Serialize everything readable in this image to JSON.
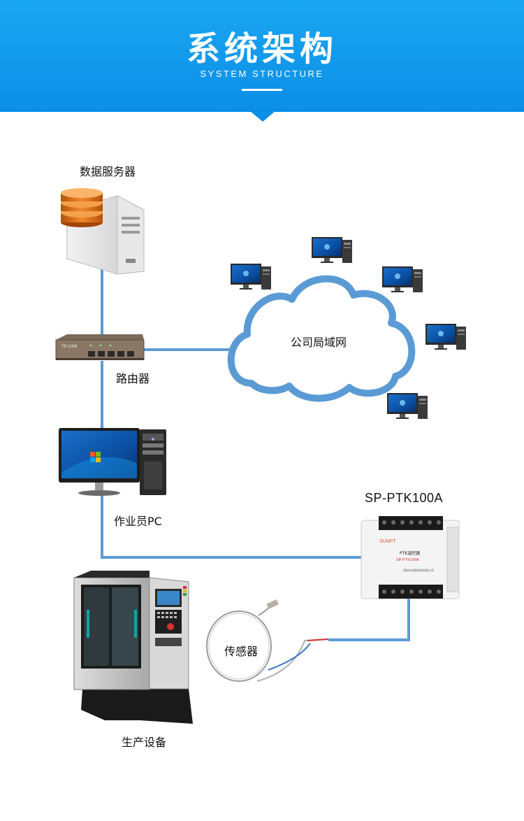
{
  "header": {
    "title": "系统架构",
    "subtitle": "SYSTEM STRUCTURE",
    "background_color": "#0b8ee6"
  },
  "nodes": {
    "data_server": "数据服务器",
    "router": "路由器",
    "lan": "公司局域网",
    "operator_pc": "作业员PC",
    "controller_model": "SP-PTK100A",
    "sensor": "传感器",
    "production_equipment": "生产设备"
  },
  "device_markings": {
    "router_brand": "TP-LINK",
    "controller_title": "PTK温控器",
    "controller_model": "SP-PTK100A",
    "controller_logo": "SUNPT",
    "controller_company": "深圳市尚普科技有限公司"
  },
  "colors": {
    "link_line": "#5b9bd5",
    "cloud_stroke": "#5b9bd5"
  },
  "icons": [
    "server-icon",
    "router-icon",
    "cloud-icon",
    "desktop-computer-icon",
    "controller-icon",
    "sensor-probe-icon",
    "cnc-machine-icon"
  ]
}
